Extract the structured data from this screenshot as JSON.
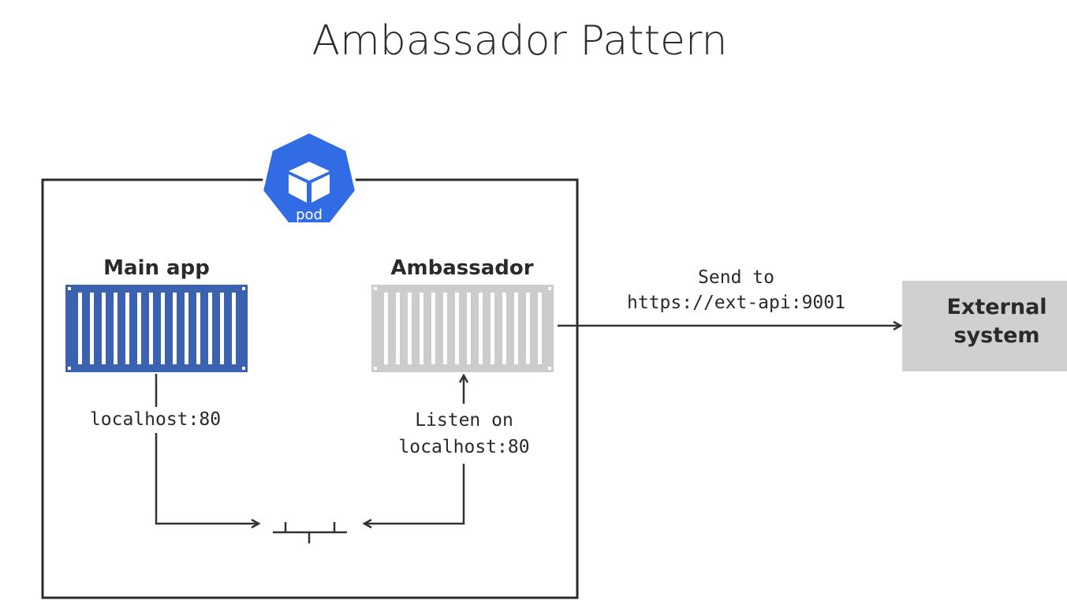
{
  "title": "Ambassador Pattern",
  "pod": {
    "label": "pod",
    "icon": "kubernetes-pod-icon",
    "color": "#326ce5"
  },
  "main_app": {
    "label": "Main app",
    "icon": "container-icon",
    "color": "#3b62b0",
    "connection_label": "localhost:80"
  },
  "ambassador": {
    "label": "Ambassador",
    "icon": "container-icon",
    "color": "#cbcdcc",
    "listen_line1": "Listen on",
    "listen_line2": "localhost:80"
  },
  "outbound": {
    "line1": "Send to",
    "line2": "https://ext-api:9001"
  },
  "external": {
    "line1": "External",
    "line2": "system",
    "color": "#d0d0d0"
  },
  "colors": {
    "line": "#333333",
    "pod_border": "#2b2b2b"
  }
}
